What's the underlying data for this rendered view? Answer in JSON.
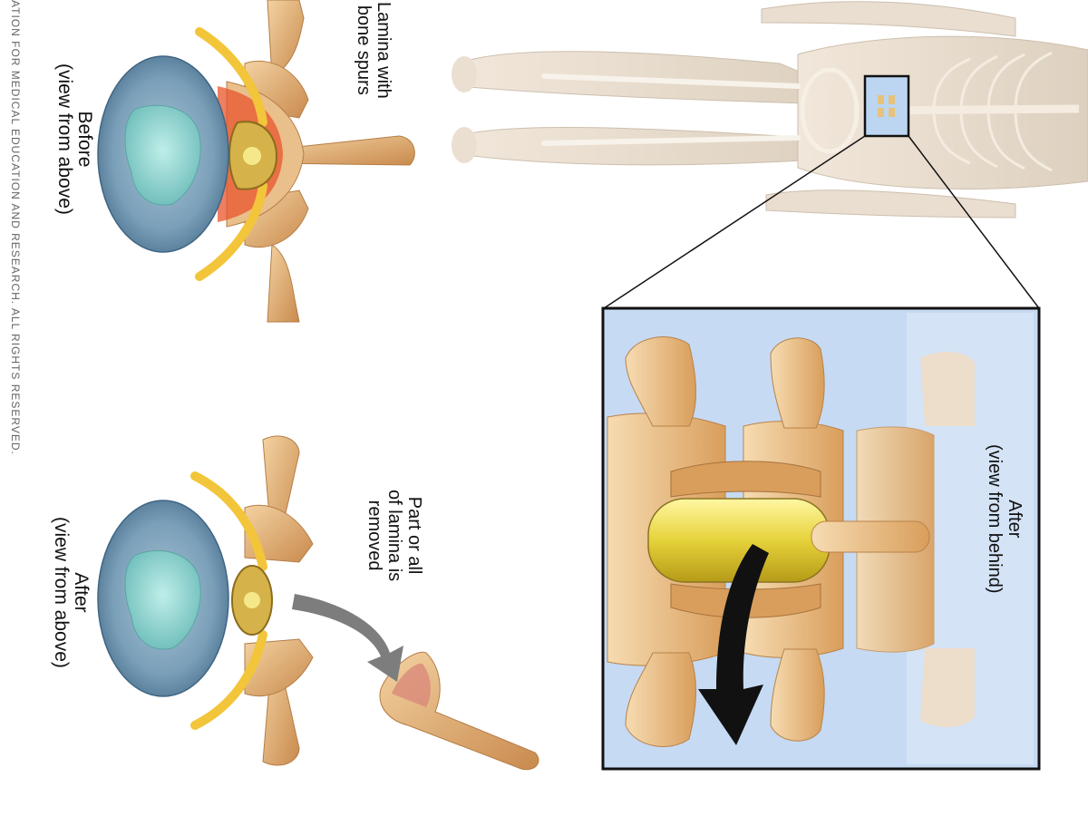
{
  "labels": {
    "lamina_spurs": [
      "Lamina with",
      "bone spurs"
    ],
    "before": [
      "Before",
      "(view from above)"
    ],
    "removed": [
      "Part or all",
      "of lamina is",
      "removed"
    ],
    "after_above": [
      "After",
      "(view from above)"
    ],
    "after_behind": [
      "After",
      "(view from behind)"
    ]
  },
  "copyright": "ATION FOR MEDICAL EDUCATION AND RESEARCH. ALL RIGHTS RESERVED.",
  "colors": {
    "disc_outer": "#6f93ad",
    "disc_inner": "#8fd3cf",
    "bone": "#e2b27a",
    "ligament": "#f2c53a",
    "inflamed": "#e8542c",
    "canal": "#f3e46a",
    "inset_bg": "#c8dcf4",
    "body_skin": "#ede3d6"
  }
}
